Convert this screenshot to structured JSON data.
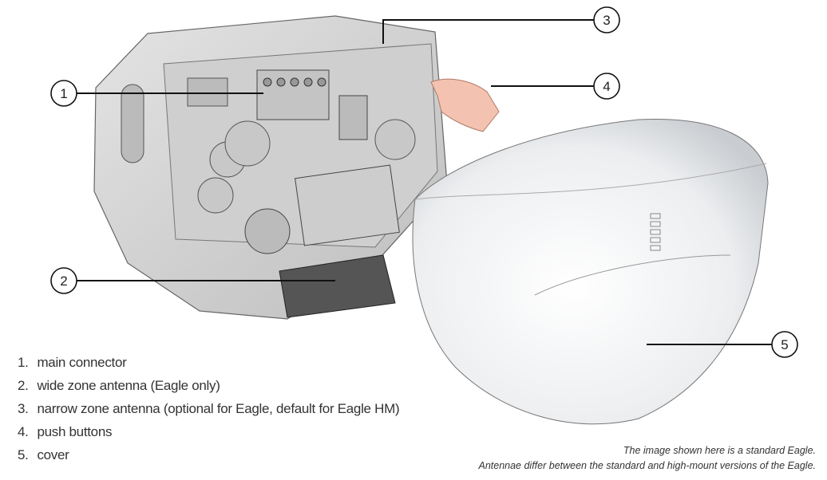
{
  "callouts": [
    "1",
    "2",
    "3",
    "4",
    "5"
  ],
  "legend": [
    {
      "num": "1.",
      "label": "main connector"
    },
    {
      "num": "2.",
      "label": "wide zone antenna (Eagle only)"
    },
    {
      "num": "3.",
      "label": "narrow zone antenna (optional for Eagle, default for Eagle HM)"
    },
    {
      "num": "4.",
      "label": "push buttons"
    },
    {
      "num": "5.",
      "label": "cover"
    }
  ],
  "caption": {
    "line1": "The image shown here is a standard Eagle.",
    "line2": "Antennae differ between the standard and high-mount versions of the Eagle."
  },
  "colors": {
    "housing": "#d9d9d9",
    "cover": "#f2f2f4",
    "hand": "#f4c2b0",
    "line": "#111111"
  }
}
